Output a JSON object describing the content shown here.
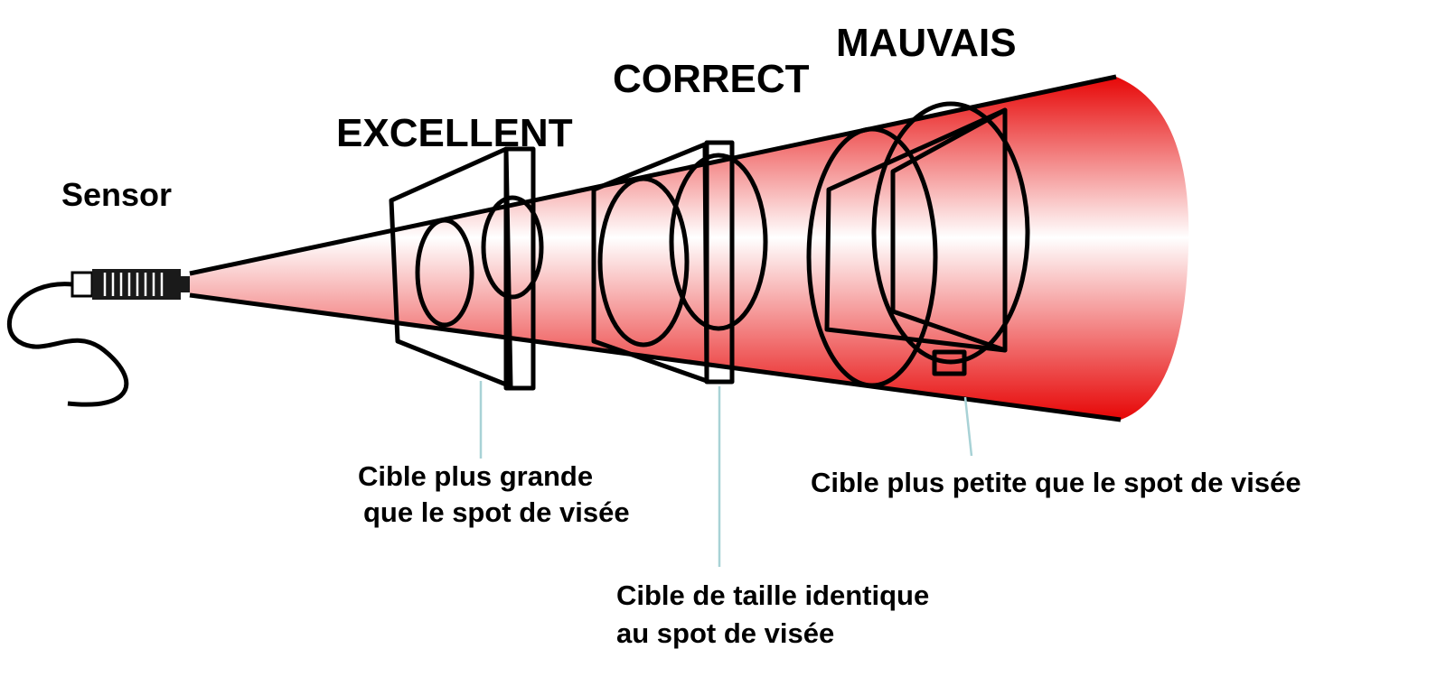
{
  "labels": {
    "sensor": "Sensor",
    "excellent": "EXCELLENT",
    "correct": "CORRECT",
    "mauvais": "MAUVAIS"
  },
  "captions": {
    "larger_line1": "Cible plus grande",
    "larger_line2": "que le spot de visée",
    "equal_line1": "Cible de taille identique",
    "equal_line2": "au spot de visée",
    "smaller": "Cible plus petite que le spot de visée"
  },
  "colors": {
    "beam": "#e60000",
    "beam_center": "#ffffff",
    "leader": "#a8d2d6",
    "outline": "#000000"
  }
}
